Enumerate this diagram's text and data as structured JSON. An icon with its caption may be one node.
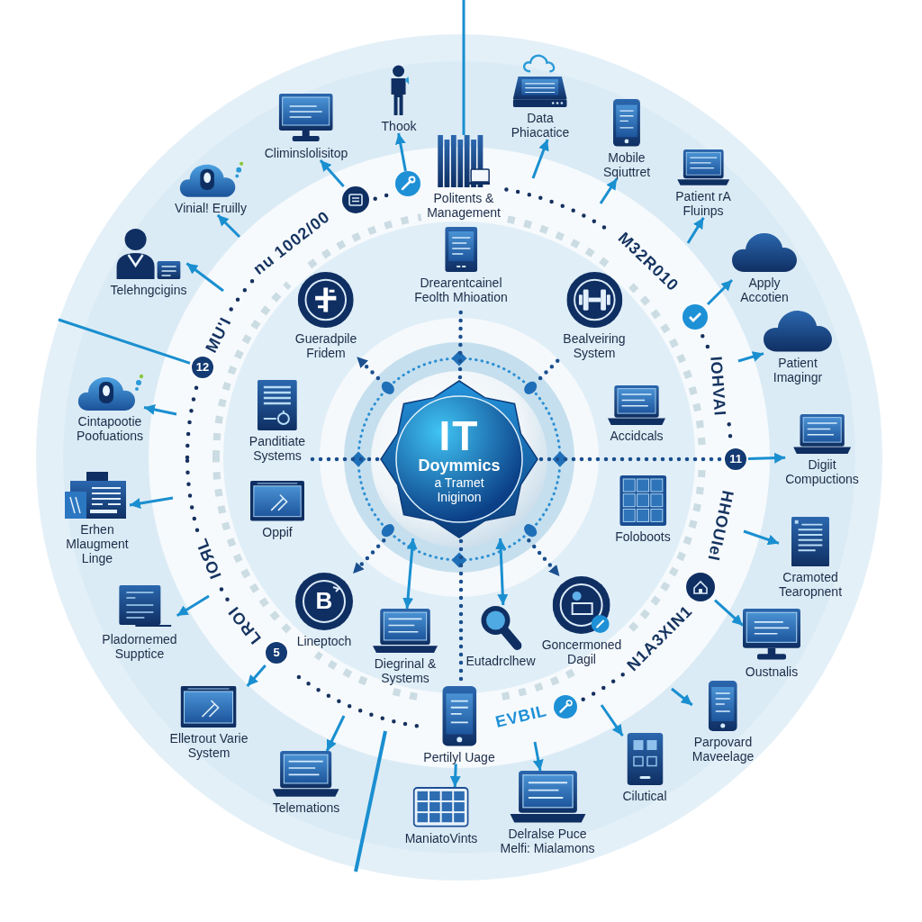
{
  "diagram": {
    "nodes": [
      {
        "text": [
          "IT",
          "Doymmics",
          "a Tramet Iniginon"
        ]
      },
      {
        "text": [
          "Drearentcainel Feolth Mhioation"
        ]
      },
      {
        "text": [
          "Gueradpile Fridem"
        ]
      },
      {
        "text": [
          "Bealveiring System"
        ]
      },
      {
        "text": [
          "Panditiate Systems"
        ]
      },
      {
        "text": [
          "Accidcals"
        ]
      },
      {
        "text": [
          "Oppif"
        ]
      },
      {
        "text": [
          "Foloboots"
        ]
      },
      {
        "text": [
          "B",
          "Lineptoch"
        ]
      },
      {
        "text": [
          "Diegrinal & Systems"
        ]
      },
      {
        "text": [
          "Eutadrclhew"
        ]
      },
      {
        "text": [
          "Goncermoned Dagil"
        ]
      },
      {
        "text": [
          "12"
        ]
      },
      {
        "text": [
          "11"
        ]
      },
      {
        "text": [
          "5"
        ]
      },
      {
        "text": [
          "Thook"
        ]
      },
      {
        "text": [
          "Politents & Management"
        ]
      },
      {
        "text": [
          "Data Phiacatice"
        ]
      },
      {
        "text": [
          "Mobile Sqiuttret"
        ]
      },
      {
        "text": [
          "Patient rA Fluinps"
        ]
      },
      {
        "text": [
          "Apply Accotien"
        ]
      },
      {
        "text": [
          "Patient Imagingr"
        ]
      },
      {
        "text": [
          "Digiit Compuctions"
        ]
      },
      {
        "text": [
          "Cramoted Tearopnent"
        ]
      },
      {
        "text": [
          "Oustnalis"
        ]
      },
      {
        "text": [
          "Parpovard Maveelage"
        ]
      },
      {
        "text": [
          "Cilutical"
        ]
      },
      {
        "text": [
          "Delralse Puce Melfi: Mialamons"
        ]
      },
      {
        "text": [
          "ManiatoVints"
        ]
      },
      {
        "text": [
          "Pertilyl Uage"
        ]
      },
      {
        "text": [
          "Telemations"
        ]
      },
      {
        "text": [
          "Elletrout Varie System"
        ]
      },
      {
        "text": [
          "Pladornemed Supptice"
        ]
      },
      {
        "text": [
          "Erhen Mlaugment Linge"
        ]
      },
      {
        "text": [
          "Cintapootie Poofuations"
        ]
      },
      {
        "text": [
          "Telehngcigins"
        ]
      },
      {
        "text": [
          "Vinial! Eruilly"
        ]
      },
      {
        "text": [
          "Climinslolisitop"
        ]
      },
      {
        "text": [],
        "shape": "circle"
      },
      {
        "text": [],
        "shape": "circle"
      },
      {
        "text": [],
        "shape": "circle"
      },
      {
        "text": [],
        "shape": "circle"
      }
    ],
    "edges": [
      {
        "from": 0,
        "to": 1,
        "arrow": "none",
        "style": "dashed",
        "color": "#1b4f8f"
      },
      {
        "from": 0,
        "to": 2,
        "arrow": "to",
        "style": "dashed",
        "color": "#1b4f8f"
      },
      {
        "from": 0,
        "to": 3,
        "arrow": "none",
        "style": "dashed",
        "color": "#1b4f8f"
      },
      {
        "from": 0,
        "to": 4,
        "arrow": "none",
        "style": "dashed",
        "color": "#1b4f8f"
      },
      {
        "from": 0,
        "to": 13,
        "arrow": "none",
        "style": "dashed",
        "color": "#1b4f8f"
      },
      {
        "from": 0,
        "to": 8,
        "arrow": "to",
        "style": "dashed",
        "color": "#1b4f8f"
      },
      {
        "from": 0,
        "to": 9,
        "arrow": "both"
      },
      {
        "from": 0,
        "to": 29,
        "arrow": "none",
        "style": "dashed",
        "color": "#1b4f8f"
      },
      {
        "from": 0,
        "to": 10,
        "arrow": "both"
      },
      {
        "from": 0,
        "to": 11,
        "arrow": "to",
        "style": "dashed",
        "color": "#1b4f8f"
      },
      {
        "from": 38,
        "to": 37,
        "arrow": "to"
      },
      {
        "from": 39,
        "to": 15,
        "arrow": "to"
      },
      {
        "from": null,
        "to": 16,
        "arrow": "none"
      },
      {
        "from": null,
        "to": 17,
        "arrow": "to"
      },
      {
        "from": null,
        "to": 18,
        "arrow": "to"
      },
      {
        "from": null,
        "to": 19,
        "arrow": "to"
      },
      {
        "from": 40,
        "to": 20,
        "arrow": "to"
      },
      {
        "from": null,
        "to": 21,
        "arrow": "to"
      },
      {
        "from": 13,
        "to": 22,
        "arrow": "to"
      },
      {
        "from": null,
        "to": 23,
        "arrow": "to"
      },
      {
        "from": 41,
        "to": 24,
        "arrow": "to"
      },
      {
        "from": null,
        "to": 25,
        "arrow": "to"
      },
      {
        "from": null,
        "to": 26,
        "arrow": "to"
      },
      {
        "from": null,
        "to": 27,
        "arrow": "to"
      },
      {
        "from": 29,
        "to": 28,
        "arrow": "to"
      },
      {
        "from": null,
        "to": 30,
        "arrow": "to"
      },
      {
        "from": 14,
        "to": 31,
        "arrow": "to"
      },
      {
        "from": null,
        "to": 32,
        "arrow": "to"
      },
      {
        "from": null,
        "to": 33,
        "arrow": "to"
      },
      {
        "from": null,
        "to": 34,
        "arrow": "to"
      },
      {
        "from": null,
        "to": 35,
        "arrow": "to"
      },
      {
        "from": null,
        "to": 36,
        "arrow": "to"
      },
      {
        "from": null,
        "to": 12,
        "arrow": "none"
      }
    ],
    "labels": [
      "nu 1002/00",
      "M32R010",
      "MU'I",
      "IOHVAI",
      "HHOUIeI",
      "IOЯL",
      "LROI",
      "N1A3XIN1",
      "EVBIL"
    ]
  }
}
